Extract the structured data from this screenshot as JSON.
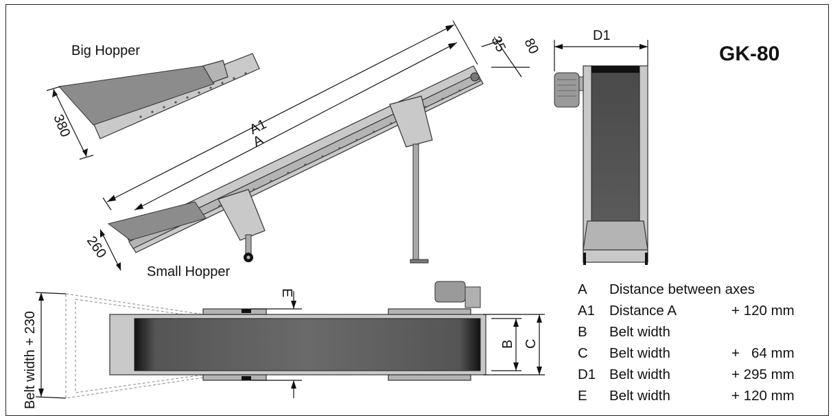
{
  "title": "GK-80",
  "hopper_labels": {
    "big": "Big Hopper",
    "small": "Small Hopper"
  },
  "dimensions": {
    "a1": "A1",
    "a": "A",
    "d35": "35",
    "d80": "80",
    "d380": "380",
    "d260": "260",
    "d1": "D1",
    "b": "B",
    "c": "C",
    "e": "E",
    "belt_width_230": "Belt width + 230"
  },
  "legend": [
    {
      "key": "A",
      "desc": "Distance between axes",
      "value": ""
    },
    {
      "key": "A1",
      "desc": "Distance A",
      "value": "+ 120 mm"
    },
    {
      "key": "B",
      "desc": "Belt width",
      "value": ""
    },
    {
      "key": "C",
      "desc": "Belt width",
      "value": "+   64 mm"
    },
    {
      "key": "D1",
      "desc": "Belt width",
      "value": "+ 295 mm"
    },
    {
      "key": "E",
      "desc": "Belt width",
      "value": "+ 120 mm"
    }
  ],
  "colors": {
    "metal": "#c9c9c9",
    "belt": "#4a4a4a",
    "hopper": "#8c8c8c"
  }
}
